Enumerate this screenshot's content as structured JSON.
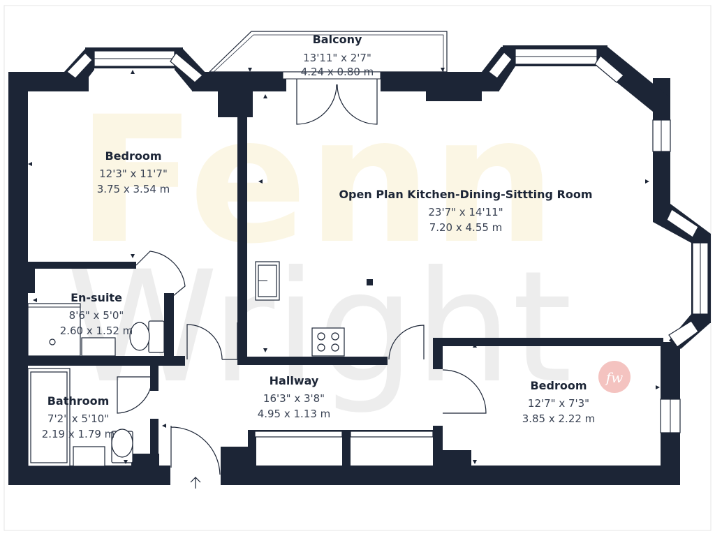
{
  "watermark": {
    "line1": "Fenn",
    "line2": "Wright",
    "badge": "fw",
    "colors": {
      "fenn": "#fbf6e4",
      "wright": "#ededed",
      "badge": "#f4c3c0"
    }
  },
  "colors": {
    "wall": "#1c2536",
    "text": "#1c2536",
    "dim_text": "#3a4354",
    "background": "#ffffff"
  },
  "rooms": {
    "balcony": {
      "name": "Balcony",
      "imperial": "13'11\" x 2'7\"",
      "metric": "4.24 x 0.80 m"
    },
    "bedroom_1": {
      "name": "Bedroom",
      "imperial": "12'3\" x 11'7\"",
      "metric": "3.75 x 3.54 m"
    },
    "living": {
      "name": "Open Plan Kitchen-Dining-Sittting Room",
      "imperial": "23'7\" x 14'11\"",
      "metric": "7.20 x 4.55 m"
    },
    "ensuite": {
      "name": "En-suite",
      "imperial": "8'6\" x 5'0\"",
      "metric": "2.60 x 1.52 m"
    },
    "hallway": {
      "name": "Hallway",
      "imperial": "16'3\" x 3'8\"",
      "metric": "4.95 x 1.13 m"
    },
    "bathroom": {
      "name": "Bathroom",
      "imperial": "7'2\" x 5'10\"",
      "metric": "2.19 x 1.79 m"
    },
    "bedroom_2": {
      "name": "Bedroom",
      "imperial": "12'7\" x 7'3\"",
      "metric": "3.85 x 2.22 m"
    }
  },
  "icons": {
    "entrance": "arrow-up-icon",
    "hob": "hob-icon",
    "sink": "sink-icon",
    "shower": "shower-tray-icon",
    "toilet": "toilet-icon",
    "bath": "bath-icon"
  }
}
